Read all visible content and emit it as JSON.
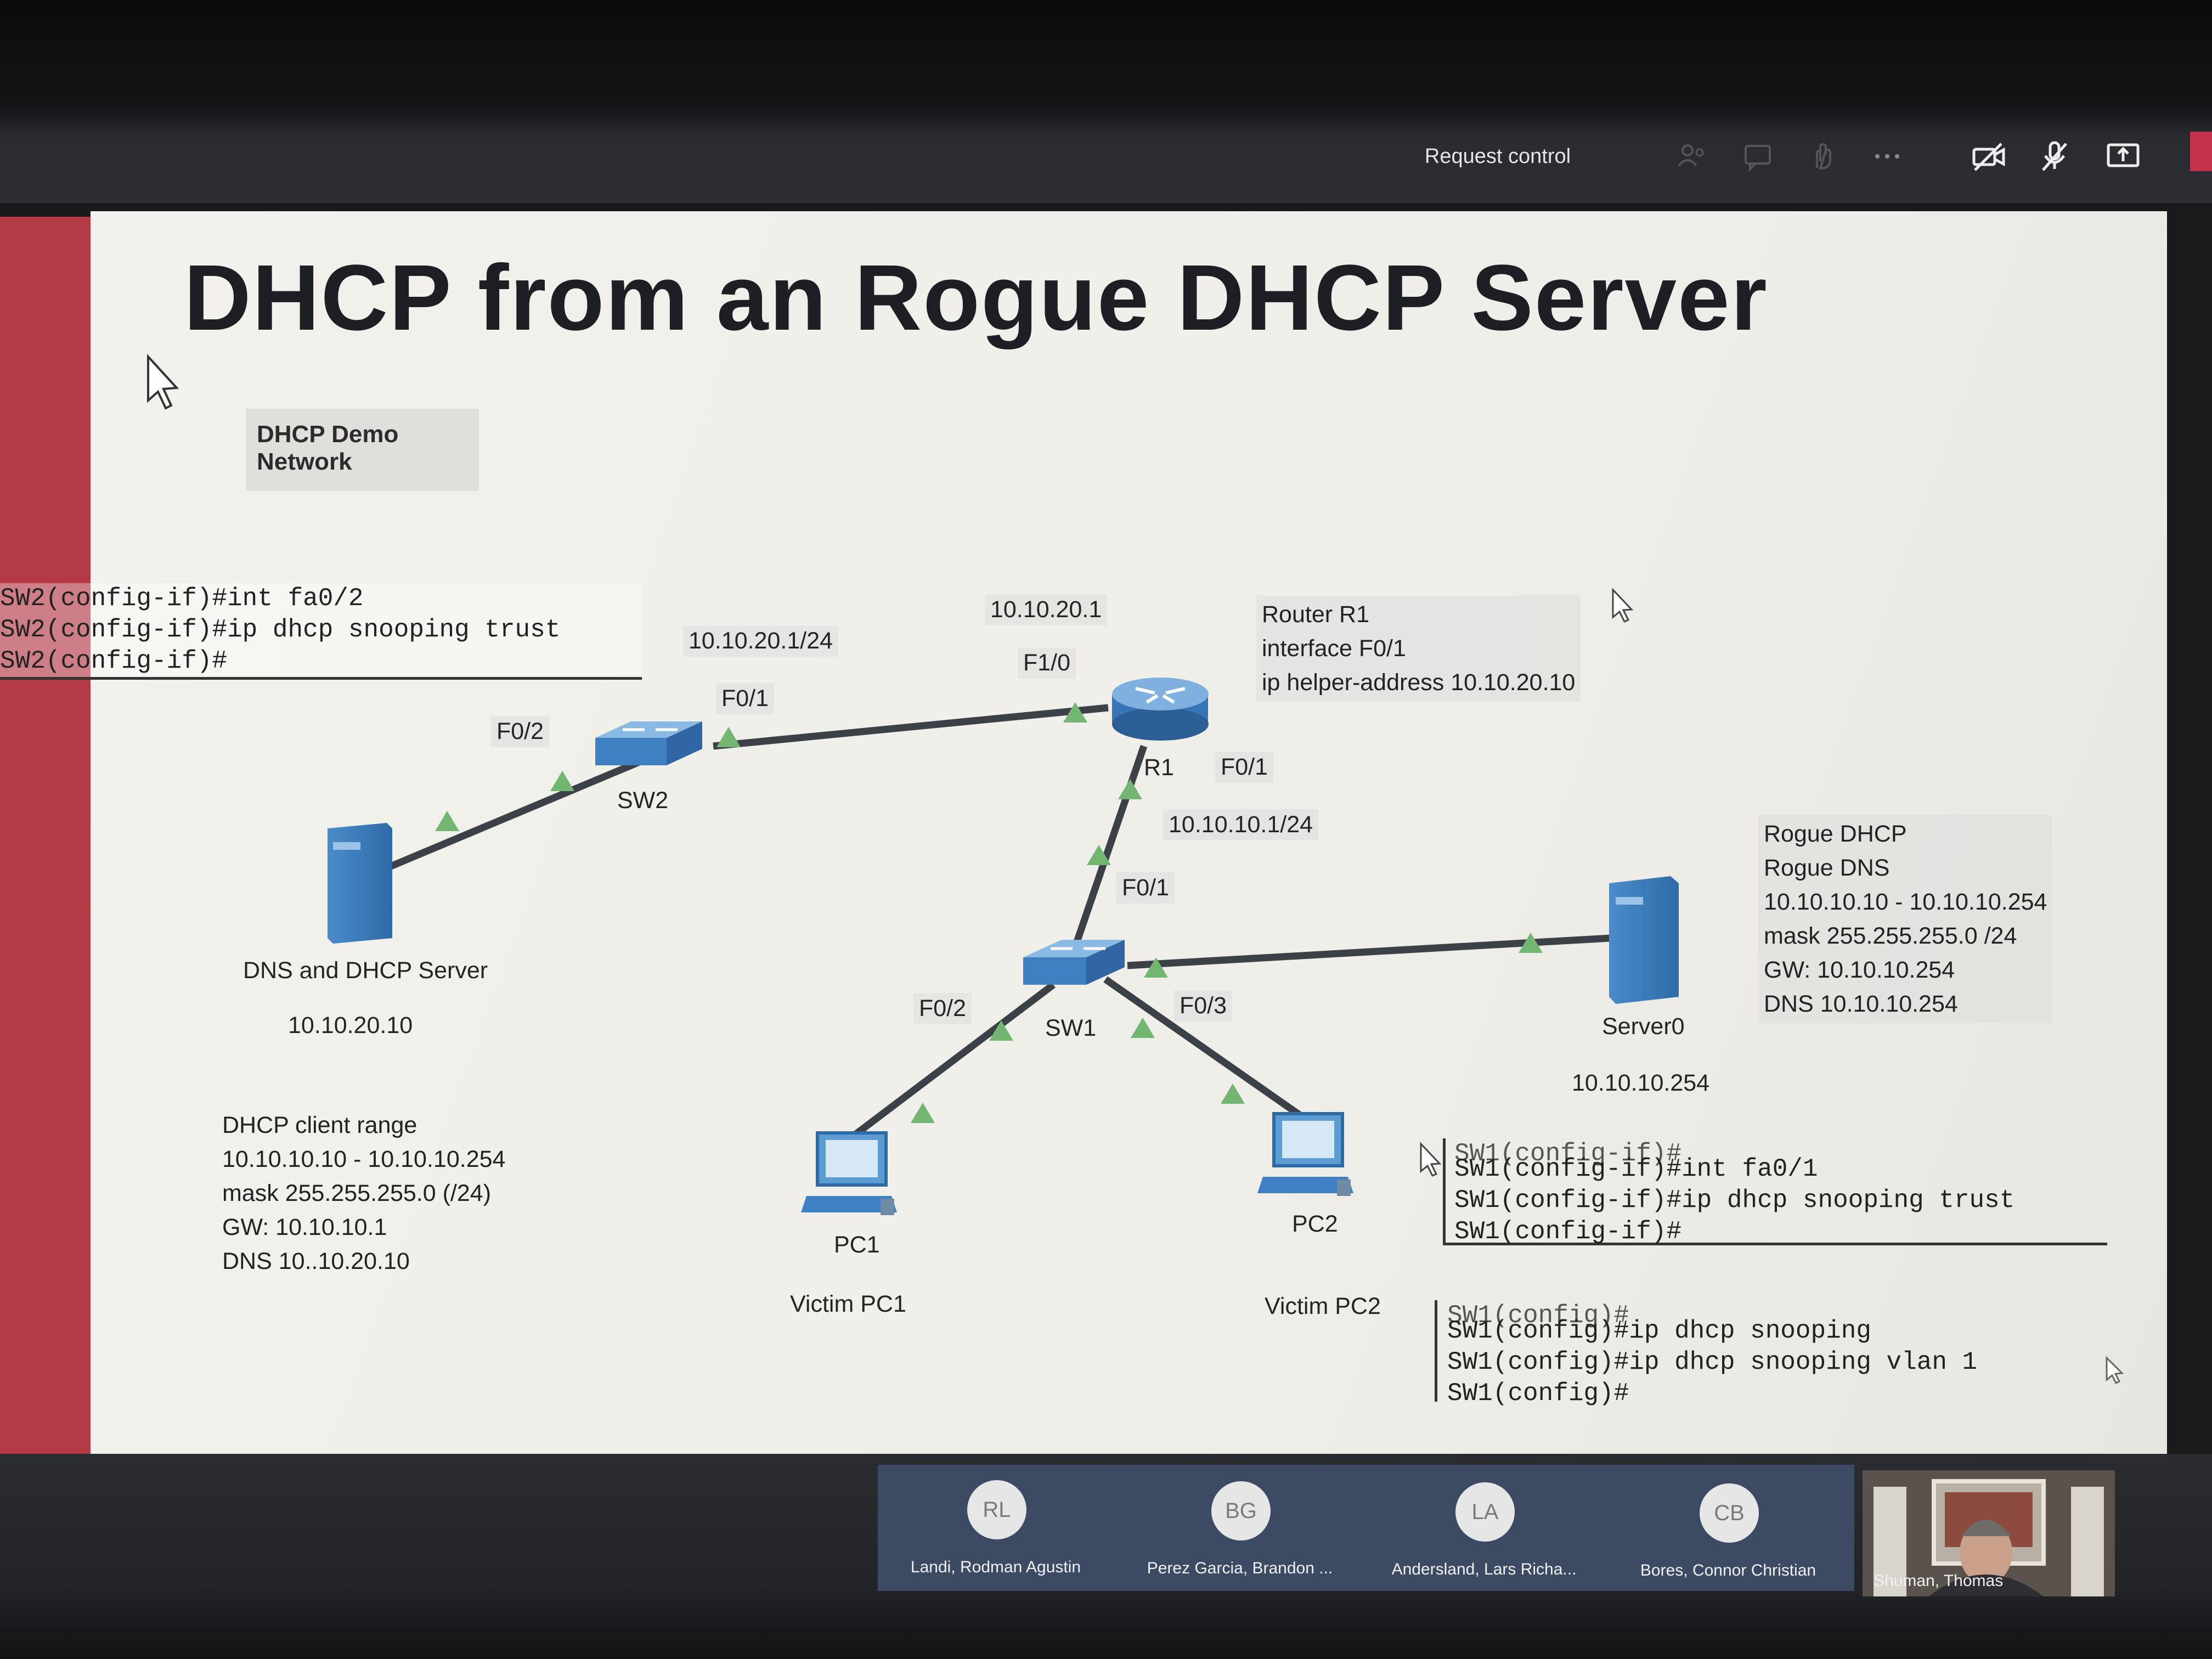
{
  "toolbar": {
    "request_control": "Request control",
    "icons": [
      "people-icon",
      "chat-icon",
      "reactions-icon",
      "more-icon",
      "camera-off-icon",
      "mic-off-icon",
      "share-screen-icon"
    ]
  },
  "slide": {
    "title": "DHCP from an Rogue DHCP Server",
    "demo_label": "DHCP Demo Network",
    "sw2_cli": [
      "SW2(config-if)#int fa0/2",
      "SW2(config-if)#ip dhcp snooping trust",
      "SW2(config-if)#"
    ],
    "ip_10_10_20_1_24": "10.10.20.1/24",
    "ip_10_10_20_1": "10.10.20.1",
    "f1_0": "F1/0",
    "sw2_f0_1": "F0/1",
    "sw2_f0_2": "F0/2",
    "sw2_name": "SW2",
    "router_info": [
      "Router R1",
      "interface F0/1",
      "ip helper-address 10.10.20.10"
    ],
    "r1_name": "R1",
    "r1_f0_1": "F0/1",
    "ip_10_10_10_1_24": "10.10.10.1/24",
    "sw1_f0_1": "F0/1",
    "dns_server_name": "DNS and DHCP Server",
    "dns_server_ip": "10.10.20.10",
    "rogue_info": [
      "Rogue DHCP",
      "Rogue DNS",
      "10.10.10.10 - 10.10.10.254",
      "mask 255.255.255.0   /24",
      "GW: 10.10.10.254",
      "DNS 10.10.10.254"
    ],
    "sw1_f0_2": "F0/2",
    "sw1_name": "SW1",
    "sw1_f0_3": "F0/3",
    "server0_name": "Server0",
    "server0_ip": "10.10.10.254",
    "client_range": [
      "DHCP client range",
      "10.10.10.10 - 10.10.10.254",
      "mask 255.255.255.0  (/24)",
      "GW: 10.10.10.1",
      "DNS 10..10.20.10"
    ],
    "pc1_name": "PC1",
    "pc2_name": "PC2",
    "victim1": "Victim PC1",
    "victim2": "Victim PC2",
    "sw1_cli_a": [
      "SW1(config-if)#",
      "SW1(config-if)#int fa0/1",
      "SW1(config-if)#ip dhcp snooping trust",
      "SW1(config-if)#"
    ],
    "sw1_cli_b": [
      "SW1(config)#",
      "SW1(config)#ip dhcp snooping",
      "SW1(config)#ip dhcp snooping vlan 1",
      "SW1(config)#"
    ]
  },
  "participants": [
    {
      "initials": "RL",
      "name": "Landi, Rodman Agustin"
    },
    {
      "initials": "BG",
      "name": "Perez Garcia, Brandon ..."
    },
    {
      "initials": "LA",
      "name": "Andersland, Lars Richa..."
    },
    {
      "initials": "CB",
      "name": "Bores, Connor Christian"
    }
  ],
  "presenter": {
    "name": "Shuman, Thomas"
  },
  "colors": {
    "device_blue": "#4b8fcc",
    "link_marker": "#6fb36f",
    "slide_accent": "#b43a46"
  }
}
